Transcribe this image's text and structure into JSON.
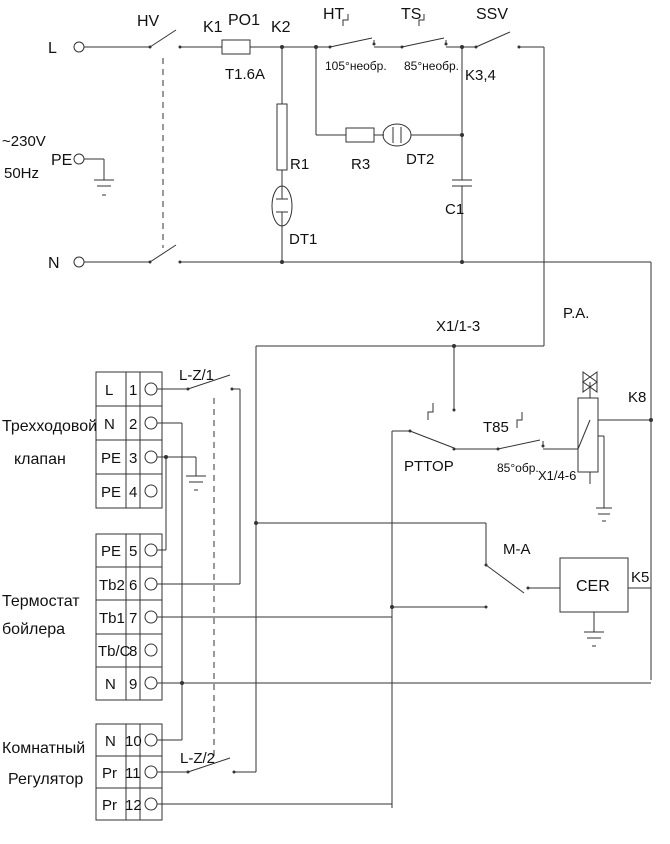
{
  "supply": {
    "line": "L",
    "pe": "PE",
    "neutral": "N",
    "voltage": "~230V",
    "frequency": "50Hz"
  },
  "components": {
    "hv": "HV",
    "k1": "K1",
    "po1": "PO1",
    "fuse_rating": "T1.6A",
    "k2": "K2",
    "ht": "HT",
    "ht_note": "105°необр.",
    "ts": "TS",
    "ts_note": "85°необр.",
    "ssv": "SSV",
    "k34": "K3,4",
    "r1": "R1",
    "r3": "R3",
    "dt1": "DT1",
    "dt2": "DT2",
    "c1": "C1",
    "x1_13": "X1/1-3",
    "pa": "P.A.",
    "k8": "K8",
    "t85": "T85",
    "t85_note": "85°обр.",
    "x1_46": "X1/4-6",
    "pttop": "PTTOP",
    "ma": "M-A",
    "cer": "CER",
    "k5": "K5",
    "lz1": "L-Z/1",
    "lz2": "L-Z/2"
  },
  "groups": {
    "valve": [
      "Трехходовой",
      "клапан"
    ],
    "thermostat": [
      "Термостат",
      "бойлера"
    ],
    "room": [
      "Комнатный",
      "Регулятор"
    ]
  },
  "terminals": [
    {
      "label": "L",
      "num": "1"
    },
    {
      "label": "N",
      "num": "2"
    },
    {
      "label": "PE",
      "num": "3"
    },
    {
      "label": "PE",
      "num": "4"
    },
    {
      "label": "PE",
      "num": "5"
    },
    {
      "label": "Tb2",
      "num": "6"
    },
    {
      "label": "Tb1",
      "num": "7"
    },
    {
      "label": "Tb/C",
      "num": "8"
    },
    {
      "label": "N",
      "num": "9"
    },
    {
      "label": "N",
      "num": "10"
    },
    {
      "label": "Pr",
      "num": "11"
    },
    {
      "label": "Pr",
      "num": "12"
    }
  ]
}
